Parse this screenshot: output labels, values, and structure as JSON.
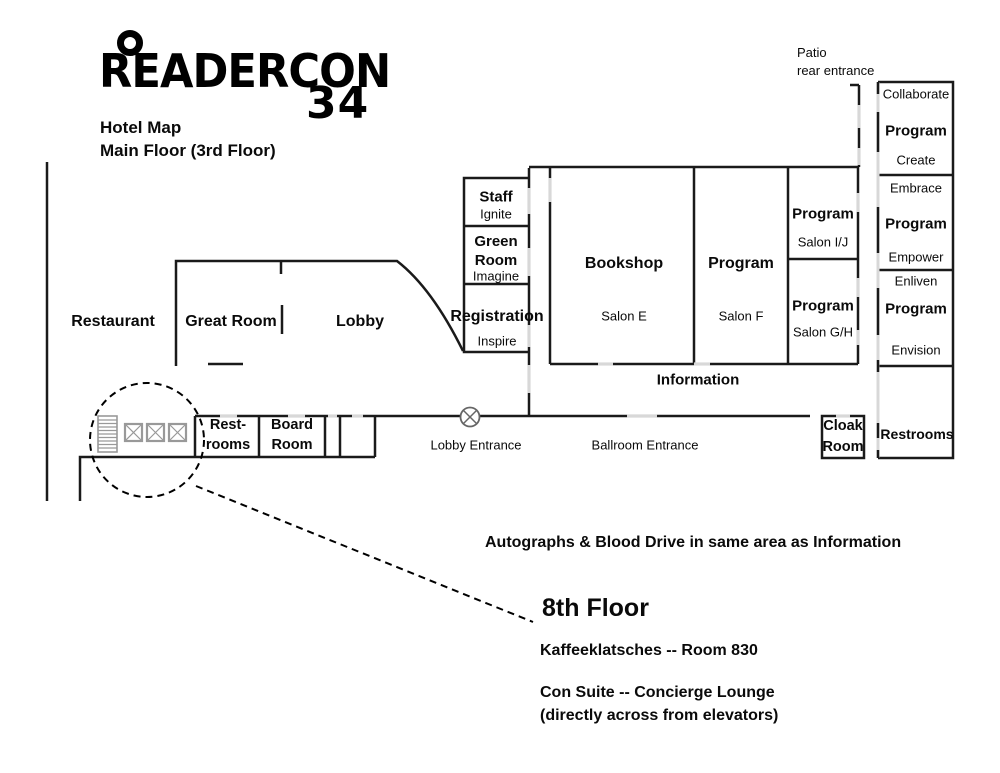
{
  "header": {
    "logo_text": "READERCON",
    "logo_number": "34",
    "title_line1": "Hotel Map",
    "title_line2": "Main Floor (3rd Floor)"
  },
  "map": {
    "patio": {
      "line1": "Patio",
      "line2": "rear entrance"
    },
    "rooms": {
      "restaurant": "Restaurant",
      "great_room": "Great Room",
      "lobby": "Lobby",
      "staff": {
        "name": "Staff",
        "sub": "Ignite"
      },
      "green_room": {
        "name": "Green Room",
        "sub": "Imagine"
      },
      "registration": {
        "name": "Registration",
        "sub": "Inspire"
      },
      "bookshop": {
        "name": "Bookshop",
        "sub": "Salon E"
      },
      "program_salon_f": {
        "name": "Program",
        "sub": "Salon F"
      },
      "program_salon_ij": {
        "name": "Program",
        "sub": "Salon I/J"
      },
      "program_salon_gh": {
        "name": "Program",
        "sub": "Salon G/H"
      },
      "program_create": {
        "top": "Collaborate",
        "name": "Program",
        "sub": "Create"
      },
      "program_empower": {
        "top": "Embrace",
        "name": "Program",
        "sub": "Empower"
      },
      "program_envision": {
        "top": "Enliven",
        "name": "Program",
        "sub": "Envision"
      },
      "restrooms_main": "Restrooms",
      "restrooms_small": "Rest-rooms",
      "board_room": "Board Room",
      "cloak_room": "Cloak Room",
      "information": "Information"
    },
    "entrances": {
      "lobby": "Lobby Entrance",
      "ballroom": "Ballroom Entrance"
    }
  },
  "notes": {
    "autographs": "Autographs & Blood Drive in same area as Information",
    "floor8_title": "8th Floor",
    "floor8_item1": "Kaffeeklatsches -- Room 830",
    "floor8_item2": "Con Suite -- Concierge Lounge",
    "floor8_item3": "(directly across from elevators)"
  },
  "colors": {
    "wall": "#1a1a1a",
    "door_gap": "#d8d8d8",
    "fixture": "#999999"
  }
}
